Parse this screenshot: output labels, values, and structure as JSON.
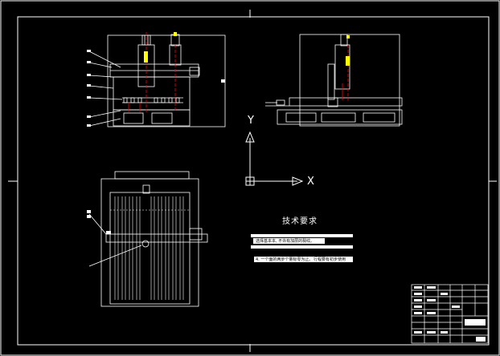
{
  "drawing": {
    "technical_requirements_title": "技术要求",
    "axis_x_label": "X",
    "axis_y_label": "Y",
    "notes": [
      "选择基本本, 不许有加层的裂纹。",
      "4. 一个面的两步个量标零为止。",
      "行程要有初步使用"
    ]
  },
  "colors": {
    "background": "#000000",
    "linework": "#ffffff",
    "centerline": "#ff0000",
    "accent": "#ffff00"
  }
}
